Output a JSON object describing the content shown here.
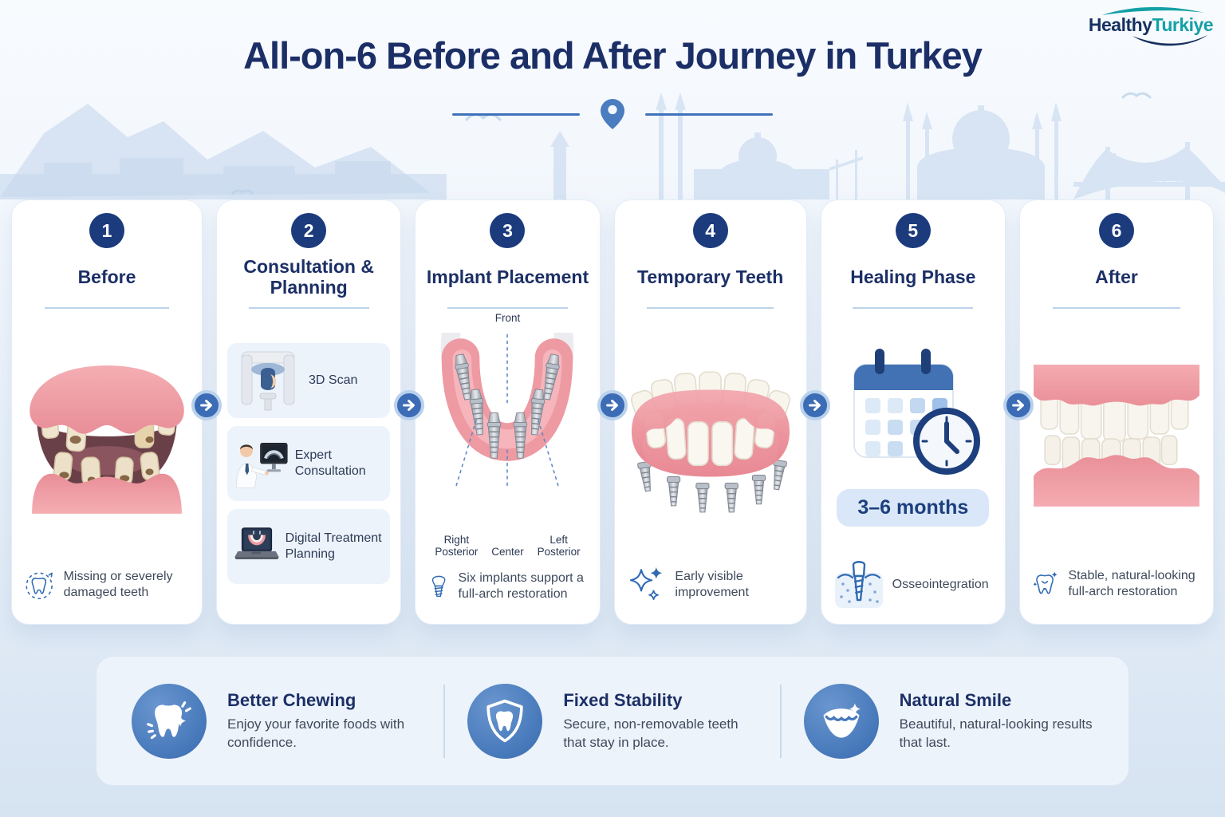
{
  "brand": {
    "healthy": "Healthy",
    "turkiye": "Turkiye"
  },
  "header": {
    "title": "All-on-6 Before and After Journey in Turkey",
    "divider_icon": "location-pin-icon"
  },
  "background": {
    "illustration": "istanbul-skyline",
    "motifs": [
      "mountains",
      "mosque",
      "minarets",
      "hagia-sophia",
      "bosphorus-bridge",
      "birds"
    ]
  },
  "steps": [
    {
      "number": "1",
      "title": "Before",
      "image": "damaged-teeth-illustration",
      "icon": "tooth-dashed-circle-icon",
      "caption": "Missing or severely damaged teeth"
    },
    {
      "number": "2",
      "title": "Consultation & Planning",
      "items": [
        {
          "icon": "cbct-scanner-illustration",
          "label": "3D Scan"
        },
        {
          "icon": "doctor-monitor-illustration",
          "label": "Expert Consultation"
        },
        {
          "icon": "laptop-plan-illustration",
          "label": "Digital Treatment Planning"
        }
      ]
    },
    {
      "number": "3",
      "title": "Implant Placement",
      "image": "six-implants-jaw-illustration",
      "diagram": {
        "front": "Front",
        "right": "Right Posterior",
        "center": "Center",
        "left": "Left Posterior"
      },
      "icon": "implant-icon",
      "caption": "Six implants support a full-arch restoration"
    },
    {
      "number": "4",
      "title": "Temporary Teeth",
      "image": "temporary-denture-illustration",
      "icon": "sparkles-icon",
      "caption": "Early visible improvement"
    },
    {
      "number": "5",
      "title": "Healing Phase",
      "image": "calendar-clock-illustration",
      "badge": "3–6 months",
      "icon": "implant-bone-icon",
      "caption": "Osseointegration"
    },
    {
      "number": "6",
      "title": "After",
      "image": "healthy-teeth-illustration",
      "icon": "smiling-tooth-icon",
      "caption": "Stable, natural-looking full-arch restoration"
    }
  ],
  "benefits": [
    {
      "icon": "tooth-sparkle-icon",
      "title": "Better Chewing",
      "description": "Enjoy your favorite foods with confidence."
    },
    {
      "icon": "shield-tooth-icon",
      "title": "Fixed Stability",
      "description": "Secure, non-removable teeth that stay in place."
    },
    {
      "icon": "smile-icon",
      "title": "Natural Smile",
      "description": "Beautiful, natural-looking results that last."
    }
  ],
  "colors": {
    "navy": "#1b3b7d",
    "title_navy": "#1b2e66",
    "accent_blue": "#3b6cb5",
    "benefit_blue": "#4678ba",
    "teal_brand": "#14a0a6",
    "gum_pink": "#ee9aa2",
    "light_blue_bg": "#edf3fa",
    "pill_bg": "#d9e7f8",
    "skyline_blue": "#c7d9ee"
  }
}
